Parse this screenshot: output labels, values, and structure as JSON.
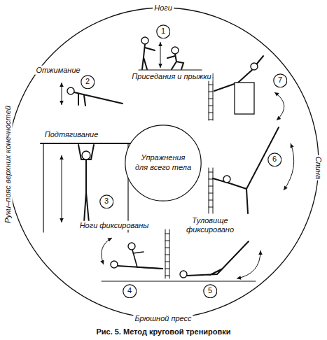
{
  "diagram": {
    "caption": "Рис. 5. Метод круговой тренировки",
    "nodes": [
      {
        "text": [
          "1"
        ]
      },
      {
        "text": [
          "2"
        ]
      },
      {
        "text": [
          "3"
        ]
      },
      {
        "text": [
          "4"
        ]
      },
      {
        "text": [
          "5"
        ]
      },
      {
        "text": [
          "6"
        ]
      },
      {
        "text": [
          "7"
        ]
      },
      {
        "text": [
          "Упражнения для всего тела"
        ]
      }
    ],
    "labels": [
      "Ноги",
      "Приседания и прыжки",
      "Отжимание",
      "Подтягивание",
      "Руки–пояс верхних конечностей",
      "Спина",
      "Ноги фиксированы",
      "Туловище фиксировано",
      "Брюшной пресс"
    ]
  }
}
